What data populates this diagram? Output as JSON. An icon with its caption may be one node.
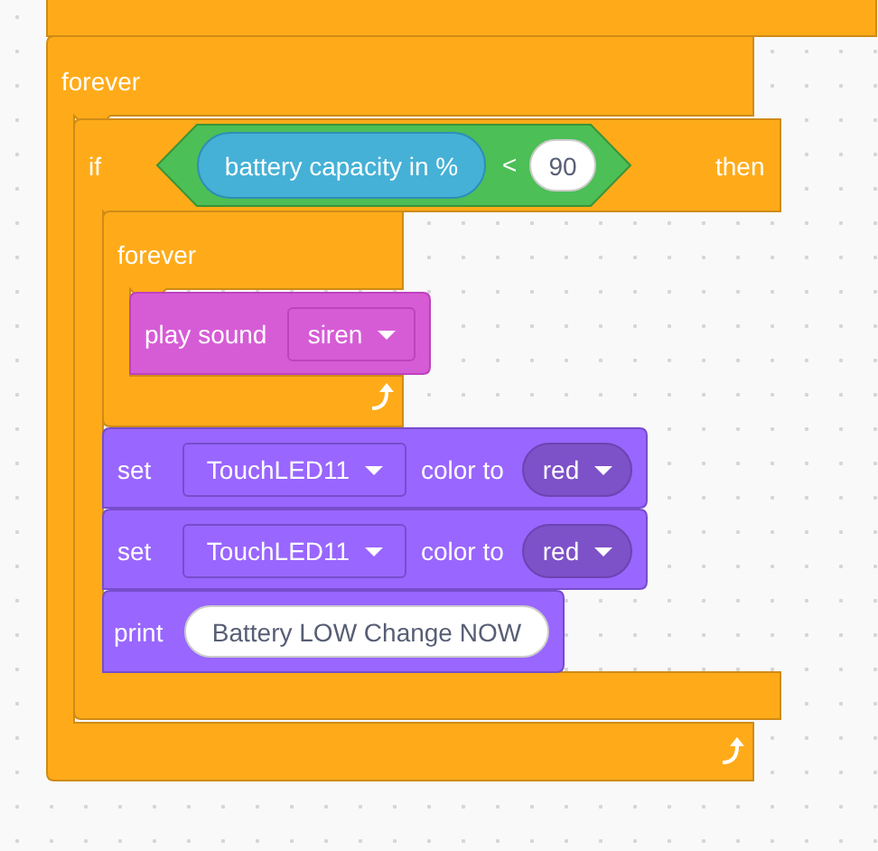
{
  "diagram": {
    "nodes": [
      {
        "text": [],
        "shape": "box"
      },
      {
        "text": [
          "forever"
        ]
      },
      {
        "text": [
          "if",
          "then"
        ],
        "in": 1
      },
      {
        "text": [
          "<"
        ],
        "in": 2
      },
      {
        "text": [
          "battery capacity in %"
        ],
        "in": 3
      },
      {
        "text": [
          "90"
        ],
        "in": 3
      },
      {
        "text": [
          "forever"
        ],
        "in": 2
      },
      {
        "text": [
          "play sound"
        ],
        "in": 6
      },
      {
        "text": [
          "siren"
        ],
        "in": 7
      },
      {
        "text": [
          "set",
          "color to"
        ],
        "in": 2
      },
      {
        "text": [
          "TouchLED11"
        ],
        "in": 9
      },
      {
        "text": [
          "red"
        ],
        "in": 9
      },
      {
        "text": [
          "set",
          "color to"
        ],
        "in": 2
      },
      {
        "text": [
          "TouchLED11"
        ],
        "in": 12
      },
      {
        "text": [
          "red"
        ],
        "in": 12
      },
      {
        "text": [
          "print"
        ],
        "in": 2
      },
      {
        "text": [
          "Battery LOW Change NOW"
        ],
        "in": 15
      }
    ]
  }
}
